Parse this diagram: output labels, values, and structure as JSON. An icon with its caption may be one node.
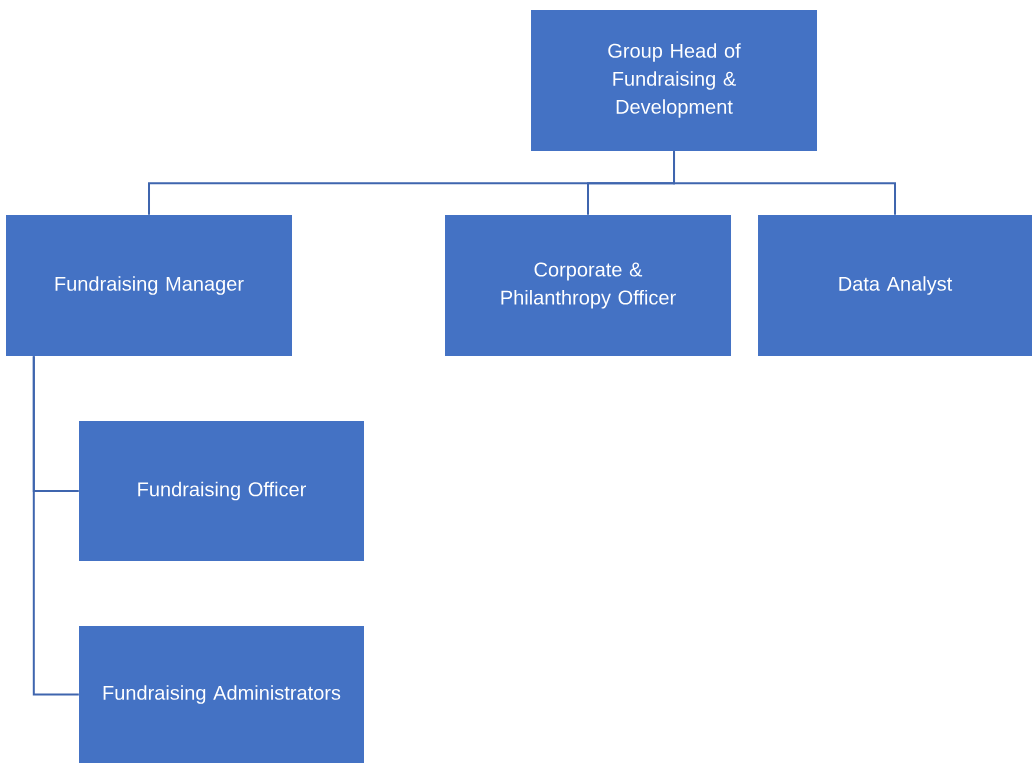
{
  "diagram": {
    "nodes": [
      {
        "text": [
          "Group Head of Fundraising & Development"
        ]
      },
      {
        "text": [
          "Fundraising Manager"
        ]
      },
      {
        "text": [
          "Corporate & Philanthropy Officer"
        ]
      },
      {
        "text": [
          "Data Analyst"
        ]
      },
      {
        "text": [
          "Fundraising Officer"
        ]
      },
      {
        "text": [
          "Fundraising Administrators"
        ]
      }
    ],
    "edges": [
      {
        "from": 0,
        "to": 1,
        "arrow": "none"
      },
      {
        "from": 0,
        "to": 2,
        "arrow": "none"
      },
      {
        "from": 0,
        "to": 3,
        "arrow": "none"
      },
      {
        "from": 1,
        "to": 4,
        "arrow": "none"
      },
      {
        "from": 1,
        "to": 5,
        "arrow": "none"
      }
    ]
  }
}
